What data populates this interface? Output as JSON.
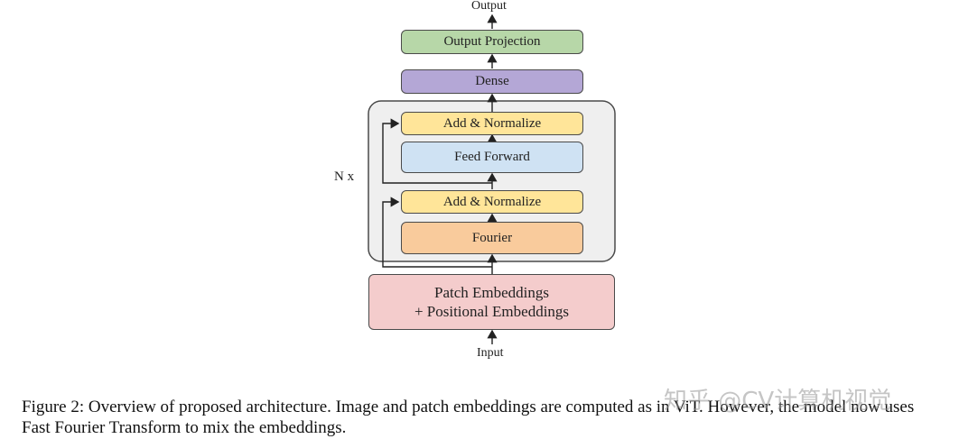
{
  "diagram": {
    "output_label": "Output",
    "output_projection": "Output Projection",
    "dense": "Dense",
    "add_normalize_top": "Add & Normalize",
    "feed_forward": "Feed Forward",
    "add_normalize_bottom": "Add & Normalize",
    "fourier": "Fourier",
    "repeat_label": "N x",
    "embeddings_line1": "Patch Embeddings",
    "embeddings_line2": "+ Positional Embeddings",
    "input_label": "Input"
  },
  "caption": "Figure 2: Overview of proposed architecture. Image and patch embeddings are computed as in ViT. However, the model now uses Fast Fourier Transform to mix the embeddings.",
  "watermark": "知乎 @CV计算机视觉",
  "colors": {
    "output_projection": "#b7d7a8",
    "dense": "#b4a7d6",
    "add_normalize": "#ffe599",
    "feed_forward": "#cfe2f3",
    "fourier": "#f9cb9c",
    "embeddings": "#f4cccc",
    "block_container": "#efefef"
  }
}
